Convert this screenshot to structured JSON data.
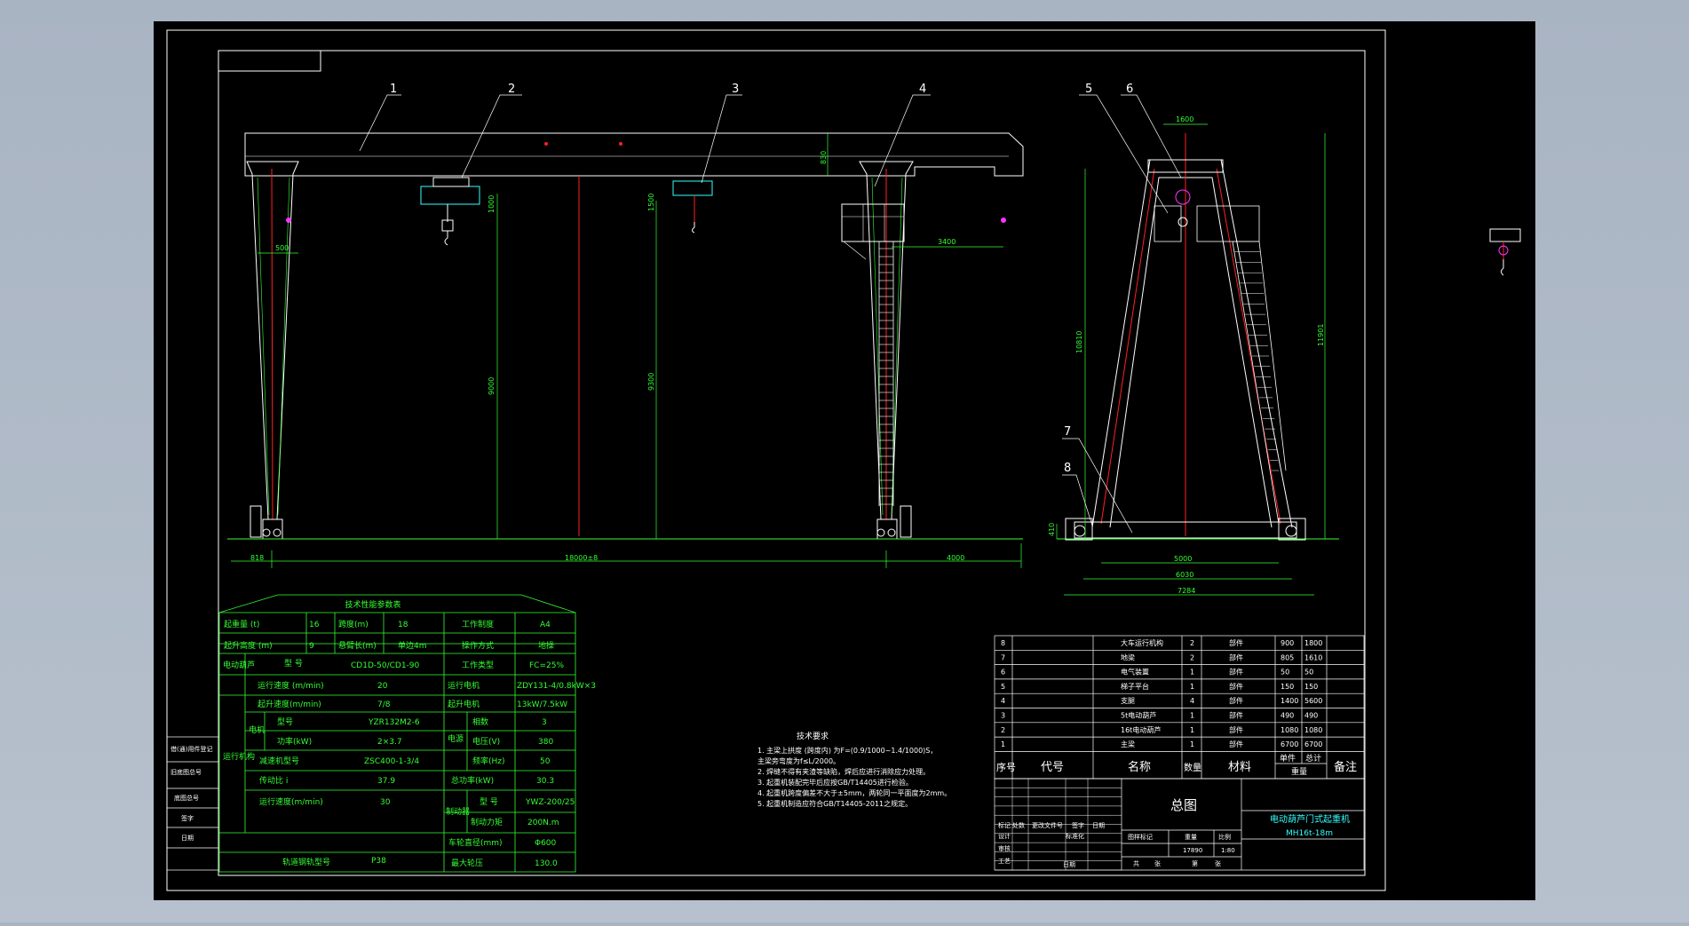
{
  "drawing": {
    "title_block_title": "总图",
    "product_name": "电动葫芦门式起重机",
    "product_model": "MH16t-18m",
    "scale": "1:80",
    "drawing_no": "17890"
  },
  "part_numbers": [
    "1",
    "2",
    "3",
    "4",
    "5",
    "6",
    "7",
    "8"
  ],
  "dimensions": {
    "leg_width": "500",
    "beam_height": "830",
    "hoist_lift_5t": "1500",
    "hoist_lift_16t": "1000",
    "height_9000": "9000",
    "height_9300": "9300",
    "platform_3400": "3400",
    "left_overhang": "818",
    "span": "18000±8",
    "right_overhang": "4000",
    "top_width": "1600",
    "side_height": "10810",
    "total_height": "11901",
    "wheel_height": "410",
    "wheel_base": "5000",
    "bogie_width": "6030",
    "total_width": "7284"
  },
  "tech_params": {
    "title": "技术性能参数表",
    "row1": [
      "起重量 (t)",
      "16",
      "跨度(m)",
      "18",
      "工作制度",
      "A4"
    ],
    "row2": [
      "起升高度 (m)",
      "9",
      "悬臂长(m)",
      "单边4m",
      "操作方式",
      "地操"
    ],
    "hoist_section": "电动葫芦",
    "hoist_rows": [
      [
        "型 号",
        "CD1D-50/CD1-90",
        "工作类型",
        "FC=25%"
      ],
      [
        "运行速度 (m/min)",
        "20",
        "运行电机",
        "ZDY131-4/0.8kW×3"
      ],
      [
        "起升速度(m/min)",
        "7/8",
        "起升电机",
        "13kW/7.5kW"
      ]
    ],
    "travel_section": "运行机构",
    "motor_label": "电机",
    "motor_rows": [
      [
        "型号",
        "YZR132M2-6"
      ],
      [
        "功率(kW)",
        "2×3.7"
      ],
      [
        "减速机型号",
        "ZSC400-1-3/4"
      ],
      [
        "传动比 i",
        "37.9"
      ],
      [
        "运行速度(m/min)",
        "30"
      ]
    ],
    "power_label": "电源",
    "power_rows": [
      [
        "相数",
        "3"
      ],
      [
        "电压(V)",
        "380"
      ],
      [
        "频率(Hz)",
        "50"
      ]
    ],
    "total_power": [
      "总功率(kW)",
      "30.3"
    ],
    "brake_label": "制动器",
    "brake_rows": [
      [
        "型 号",
        "YWZ-200/25"
      ],
      [
        "制动力矩",
        "200N.m"
      ]
    ],
    "wheel_diameter": [
      "车轮直径(mm)",
      "Φ600"
    ],
    "rail": [
      "轨道钢轨型号",
      "P38"
    ],
    "max_pressure": [
      "最大轮压",
      "130.0"
    ]
  },
  "tech_requirements": {
    "title": "技术要求",
    "items": [
      "1. 主梁上拱度 (跨度内) 为F=(0.9/1000~1.4/1000)S，",
      "   主梁旁弯度为f≤L/2000。",
      "2. 焊缝不得有夹渣等缺陷，焊后应进行消除应力处理。",
      "3. 起重机装配完毕后应按GB/T14405进行检验。",
      "4. 起重机跨度偏差不大于±5mm，两轮同一平面度为2mm。",
      "5. 起重机制造应符合GB/T14405-2011之规定。"
    ]
  },
  "bom": {
    "headers": [
      "序号",
      "代号",
      "名称",
      "数量",
      "材料",
      "单件",
      "总计",
      "备注"
    ],
    "weight_label": "重量",
    "rows": [
      [
        "8",
        "",
        "大车运行机构",
        "2",
        "部件",
        "900",
        "1800"
      ],
      [
        "7",
        "",
        "地梁",
        "2",
        "部件",
        "805",
        "1610"
      ],
      [
        "6",
        "",
        "电气装置",
        "1",
        "部件",
        "50",
        "50"
      ],
      [
        "5",
        "",
        "梯子平台",
        "1",
        "部件",
        "150",
        "150"
      ],
      [
        "4",
        "",
        "支腿",
        "4",
        "部件",
        "1400",
        "5600"
      ],
      [
        "3",
        "",
        "5t电动葫芦",
        "1",
        "部件",
        "490",
        "490"
      ],
      [
        "2",
        "",
        "16t电动葫芦",
        "1",
        "部件",
        "1080",
        "1080"
      ],
      [
        "1",
        "",
        "主梁",
        "1",
        "部件",
        "6700",
        "6700"
      ]
    ]
  },
  "title_block": {
    "labels": [
      "标记",
      "处数",
      "更改文件号",
      "签字",
      "日期",
      "设计",
      "标准化",
      "审核",
      "工艺",
      "日期",
      "图样标记",
      "重量",
      "比例",
      "共",
      "张",
      "第",
      "张"
    ]
  },
  "left_strip": [
    "借(通)用件登记",
    "旧底图总号",
    "底图总号",
    "签字",
    "日期"
  ],
  "colors": {
    "background": "#b3bdc9",
    "paper": "#000000",
    "frame": "#ffffff",
    "table": "#33ff33",
    "red": "#ff2020",
    "magenta": "#ff33ff",
    "cyan": "#33ffff"
  }
}
